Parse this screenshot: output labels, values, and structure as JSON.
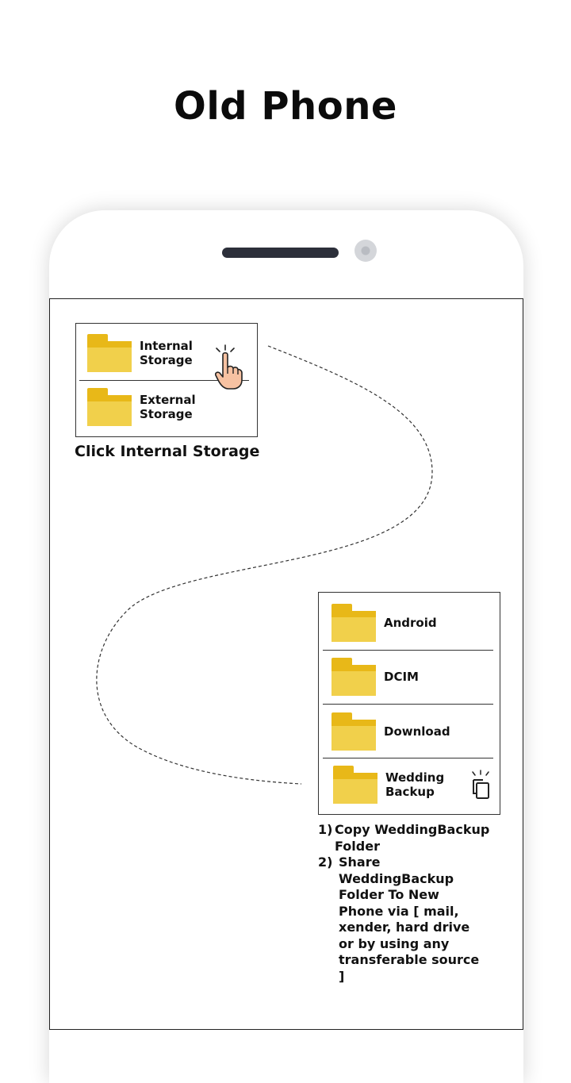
{
  "header": {
    "title": "Old Phone"
  },
  "step1": {
    "items": [
      {
        "label": "Internal\nStorage",
        "icon": "folder-icon"
      },
      {
        "label": "External\nStorage",
        "icon": "folder-icon"
      }
    ],
    "tap_icon": "hand-pointer-icon",
    "caption": "Click Internal Storage"
  },
  "step2": {
    "items": [
      {
        "label": "Android",
        "icon": "folder-icon"
      },
      {
        "label": "DCIM",
        "icon": "folder-icon"
      },
      {
        "label": "Download",
        "icon": "folder-icon"
      },
      {
        "label": "Wedding\nBackup",
        "icon": "folder-icon"
      }
    ],
    "copy_icon": "copy-icon",
    "instructions": [
      {
        "num": "1)",
        "text": "Copy WeddingBackup Folder"
      },
      {
        "num": "2)",
        "text": "Share WeddingBackup Folder To New Phone via [ mail, xender, hard drive or by using any transferable source ]"
      }
    ]
  },
  "colors": {
    "folder_dark": "#e8b818",
    "folder_light": "#f1d04b",
    "speaker": "#2c2f3a",
    "hand_skin": "#f7c2a2"
  }
}
